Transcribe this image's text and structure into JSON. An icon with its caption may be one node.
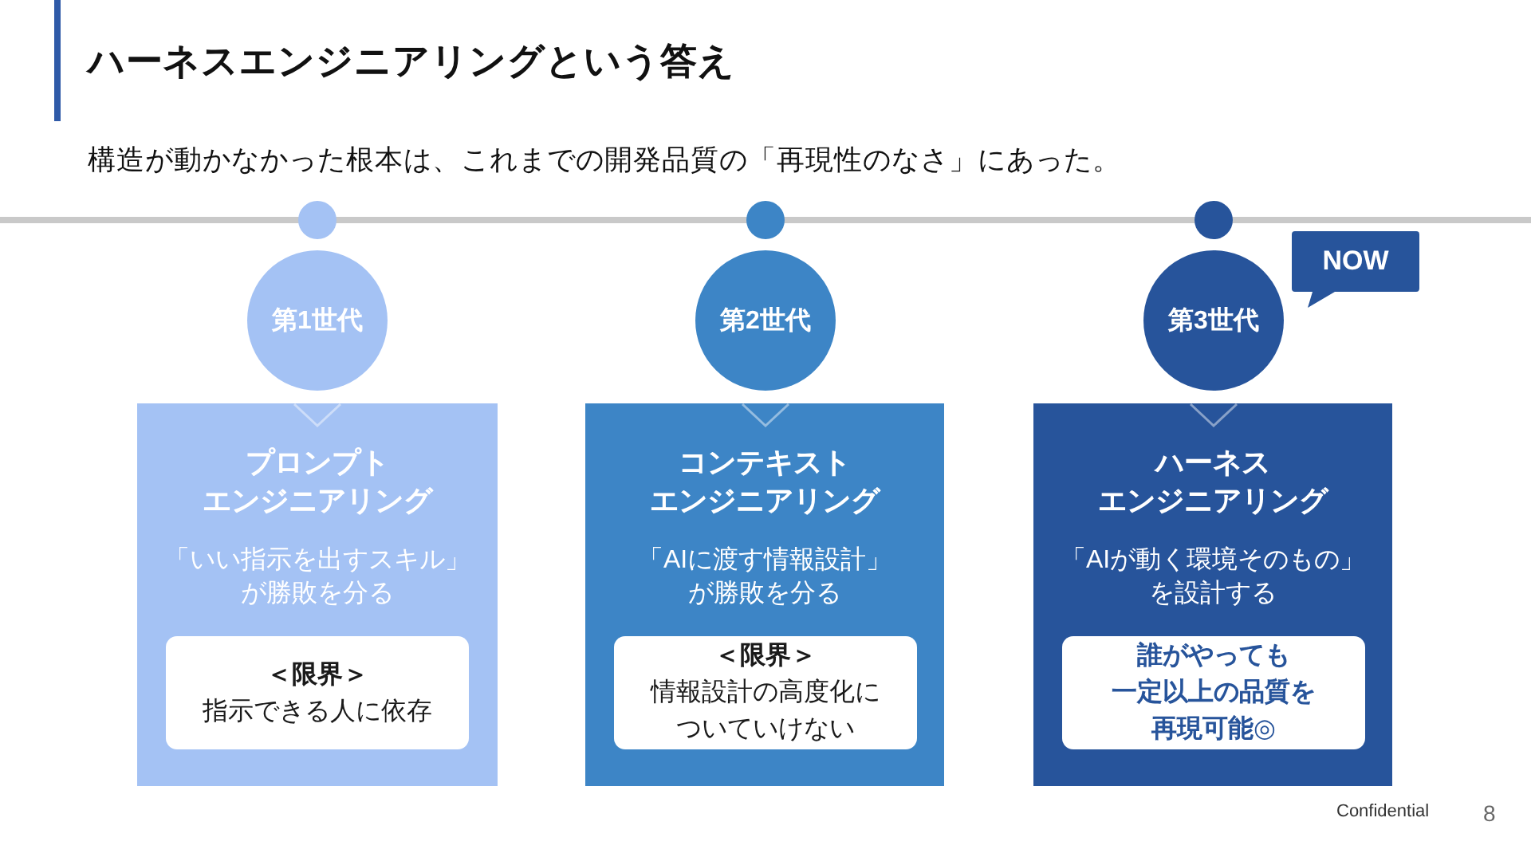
{
  "diagram": {
    "title": "ハーネスエンジニアリングという答え",
    "nodes": [
      {
        "text": [
          "第1世代"
        ]
      },
      {
        "text": [
          "プロンプトエンジニアリング",
          "「いい指示を出すスキル」が勝敗を分る"
        ]
      },
      {
        "text": [
          "＜限界＞",
          "指示できる人に依存"
        ],
        "in": 1
      },
      {
        "text": [
          "第2世代"
        ]
      },
      {
        "text": [
          "コンテキストエンジニアリング",
          "「AIに渡す情報設計」が勝敗を分る"
        ]
      },
      {
        "text": [
          "＜限界＞",
          "情報設計の高度化についていけない"
        ],
        "in": 4
      },
      {
        "text": [
          "第3世代"
        ]
      },
      {
        "text": [
          "NOW"
        ]
      },
      {
        "text": [
          "ハーネスエンジニアリング",
          "「AIが動く環境そのもの」を設計する"
        ]
      },
      {
        "text": [
          "誰がやっても一定以上の品質を再現可能◎"
        ],
        "in": 8
      }
    ],
    "labels": [
      "構造が動かなかった根本は、これまでの開発品質の「再現性のなさ」にあった。",
      "Confidential",
      "8"
    ]
  }
}
